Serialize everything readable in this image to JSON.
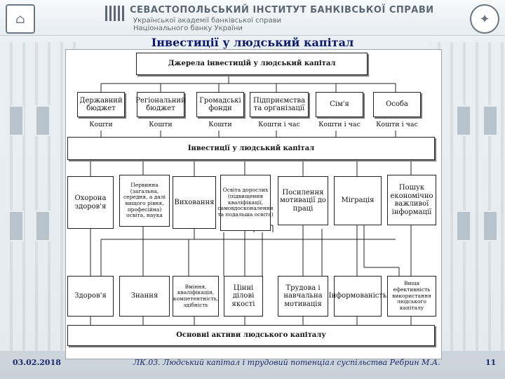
{
  "header": {
    "line1": "СЕВАСТОПОЛЬСЬКИЙ ІНСТИТУТ БАНКІВСЬКОЇ СПРАВИ",
    "line2": "Української академії банківської справи",
    "line3": "Національного банку України"
  },
  "title": "Інвестиції у людський капітал",
  "diagram": {
    "top_box": "Джерела інвестицій у людський капітал",
    "sources": [
      "Державний бюджет",
      "Регіональний бюджет",
      "Громадські фонди",
      "Підприємства та організації",
      "Сім'я",
      "Особа"
    ],
    "resources": [
      "Кошти",
      "Кошти",
      "Кошти",
      "Кошти і час",
      "Кошти і час",
      "Кошти і час"
    ],
    "middle_box": "Інвестиції у людський капітал",
    "directions": [
      "Охорона здоров'я",
      "Первинна (загальна, середня, а далі вищого рівня, професійна) освіта, наука",
      "Виховання",
      "Освіта дорослих (підвищення кваліфікації, самовдосконалення та подальша освіта)",
      "Посилення мотивації до праці",
      "Міграція",
      "Пошук економічно важливої інформації"
    ],
    "results": [
      "Здоров'я",
      "Знання",
      "Вміння, кваліфікація, компетентність, здібність",
      "Цінні ділові якості",
      "Трудова і навчальна мотивація",
      "Інформованість",
      "Вища ефективність використання людського капіталу"
    ],
    "bottom_box": "Основні активи людського капіталу"
  },
  "footer": {
    "date": "03.02.2018",
    "text": "ЛК.03. Людський капітал і трудовий потенціал суспільства Ребрин М.А.",
    "page": "11"
  }
}
